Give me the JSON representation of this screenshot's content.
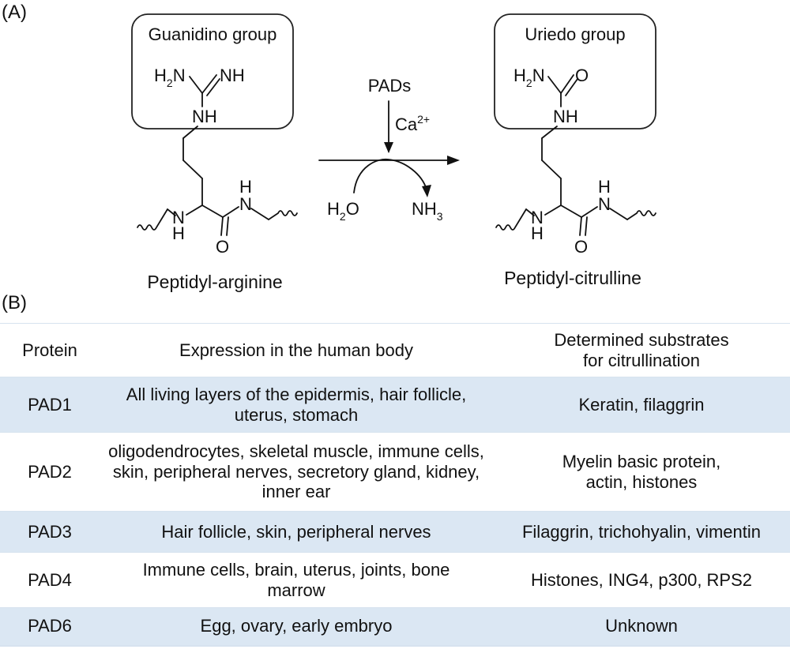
{
  "panel_a": {
    "label": "(A)",
    "left_box_title": "Guanidino group",
    "right_box_title": "Uriedo group",
    "left_name": "Peptidyl-arginine",
    "right_name": "Peptidyl-citrulline",
    "enzyme": "PADs",
    "cofactor": "Ca",
    "cofactor_charge": "2+",
    "reactant_water": {
      "base": "H",
      "sub": "2",
      "rest": "O"
    },
    "product_ammonia": {
      "base": "NH",
      "sub": "3"
    },
    "atoms": {
      "H2N_base": "H",
      "H2N_sub": "2",
      "H2N_rest": "N",
      "NH": "NH",
      "O": "O",
      "N": "N",
      "H": "H"
    }
  },
  "panel_b": {
    "label": "(B)",
    "headers": [
      "Protein",
      "Expression in the human body",
      "Determined substrates for citrullination"
    ],
    "rows": [
      [
        "PAD1",
        "All living layers of the epidermis, hair follicle, uterus, stomach",
        "Keratin, filaggrin"
      ],
      [
        "PAD2",
        "oligodendrocytes, skeletal muscle, immune cells, skin, peripheral nerves, secretory gland, kidney, inner ear",
        "Myelin basic protein, actin, histones"
      ],
      [
        "PAD3",
        "Hair follicle, skin, peripheral nerves",
        "Filaggrin, trichohyalin, vimentin"
      ],
      [
        "PAD4",
        "Immune cells, brain, uterus, joints, bone marrow",
        "Histones, ING4, p300, RPS2"
      ],
      [
        "PAD6",
        "Egg, ovary, early embryo",
        "Unknown"
      ]
    ],
    "row_shading_color": "#dbe7f3"
  }
}
